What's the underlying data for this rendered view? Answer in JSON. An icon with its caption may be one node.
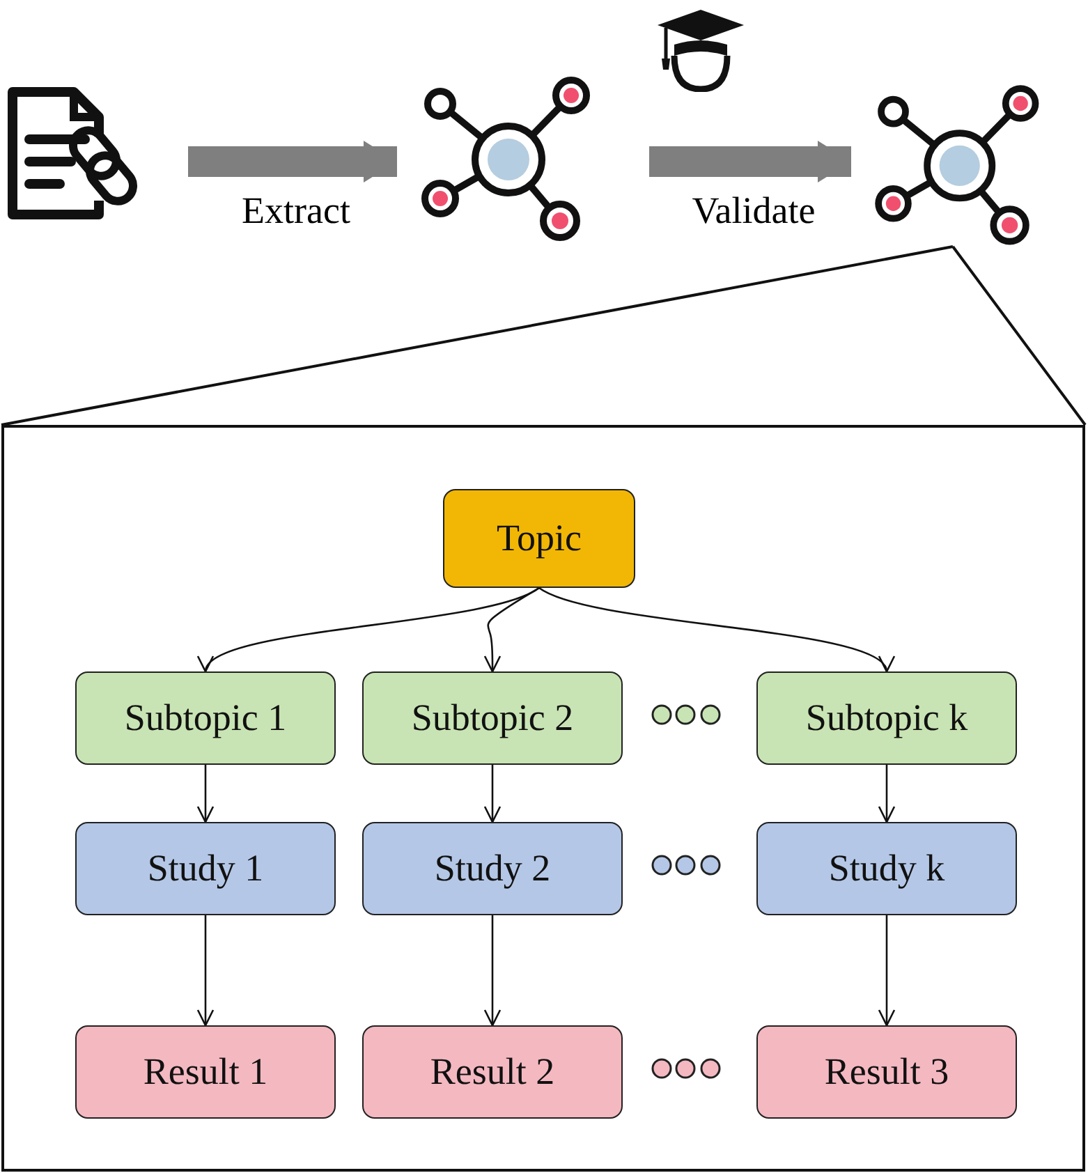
{
  "diagram": {
    "nodes": [
      {
        "text": [],
        "shape": "document"
      },
      {
        "text": [],
        "shape": "network"
      },
      {
        "text": [],
        "shape": "network"
      },
      {
        "text": [],
        "shape": "box"
      },
      {
        "text": [
          "Topic"
        ],
        "in": 3
      },
      {
        "text": [
          "Subtopic 1"
        ],
        "in": 3
      },
      {
        "text": [
          "Subtopic 2"
        ],
        "in": 3
      },
      {
        "text": [
          "Subtopic k"
        ],
        "in": 3
      },
      {
        "text": [
          "Study 1"
        ],
        "in": 3
      },
      {
        "text": [
          "Study 2"
        ],
        "in": 3
      },
      {
        "text": [
          "Study k"
        ],
        "in": 3
      },
      {
        "text": [
          "Result 1"
        ],
        "in": 3
      },
      {
        "text": [
          "Result 2"
        ],
        "in": 3
      },
      {
        "text": [
          "Result 3"
        ],
        "in": 3
      }
    ],
    "edges": [
      {
        "from": 0,
        "to": 1,
        "arrow": "to",
        "label": "Extract",
        "style": "thick",
        "color": "#7f7f7f"
      },
      {
        "from": 1,
        "to": 2,
        "arrow": "to",
        "label": "Validate",
        "style": "thick",
        "color": "#7f7f7f"
      },
      {
        "from": 2,
        "to": 3,
        "arrow": "none"
      },
      {
        "from": 4,
        "to": 5,
        "arrow": "to"
      },
      {
        "from": 4,
        "to": 6,
        "arrow": "to"
      },
      {
        "from": 4,
        "to": 7,
        "arrow": "to"
      },
      {
        "from": 5,
        "to": 8,
        "arrow": "to"
      },
      {
        "from": 6,
        "to": 9,
        "arrow": "to"
      },
      {
        "from": 7,
        "to": 10,
        "arrow": "to"
      },
      {
        "from": 8,
        "to": 11,
        "arrow": "to"
      },
      {
        "from": 9,
        "to": 12,
        "arrow": "to"
      },
      {
        "from": 10,
        "to": 13,
        "arrow": "to"
      }
    ]
  }
}
